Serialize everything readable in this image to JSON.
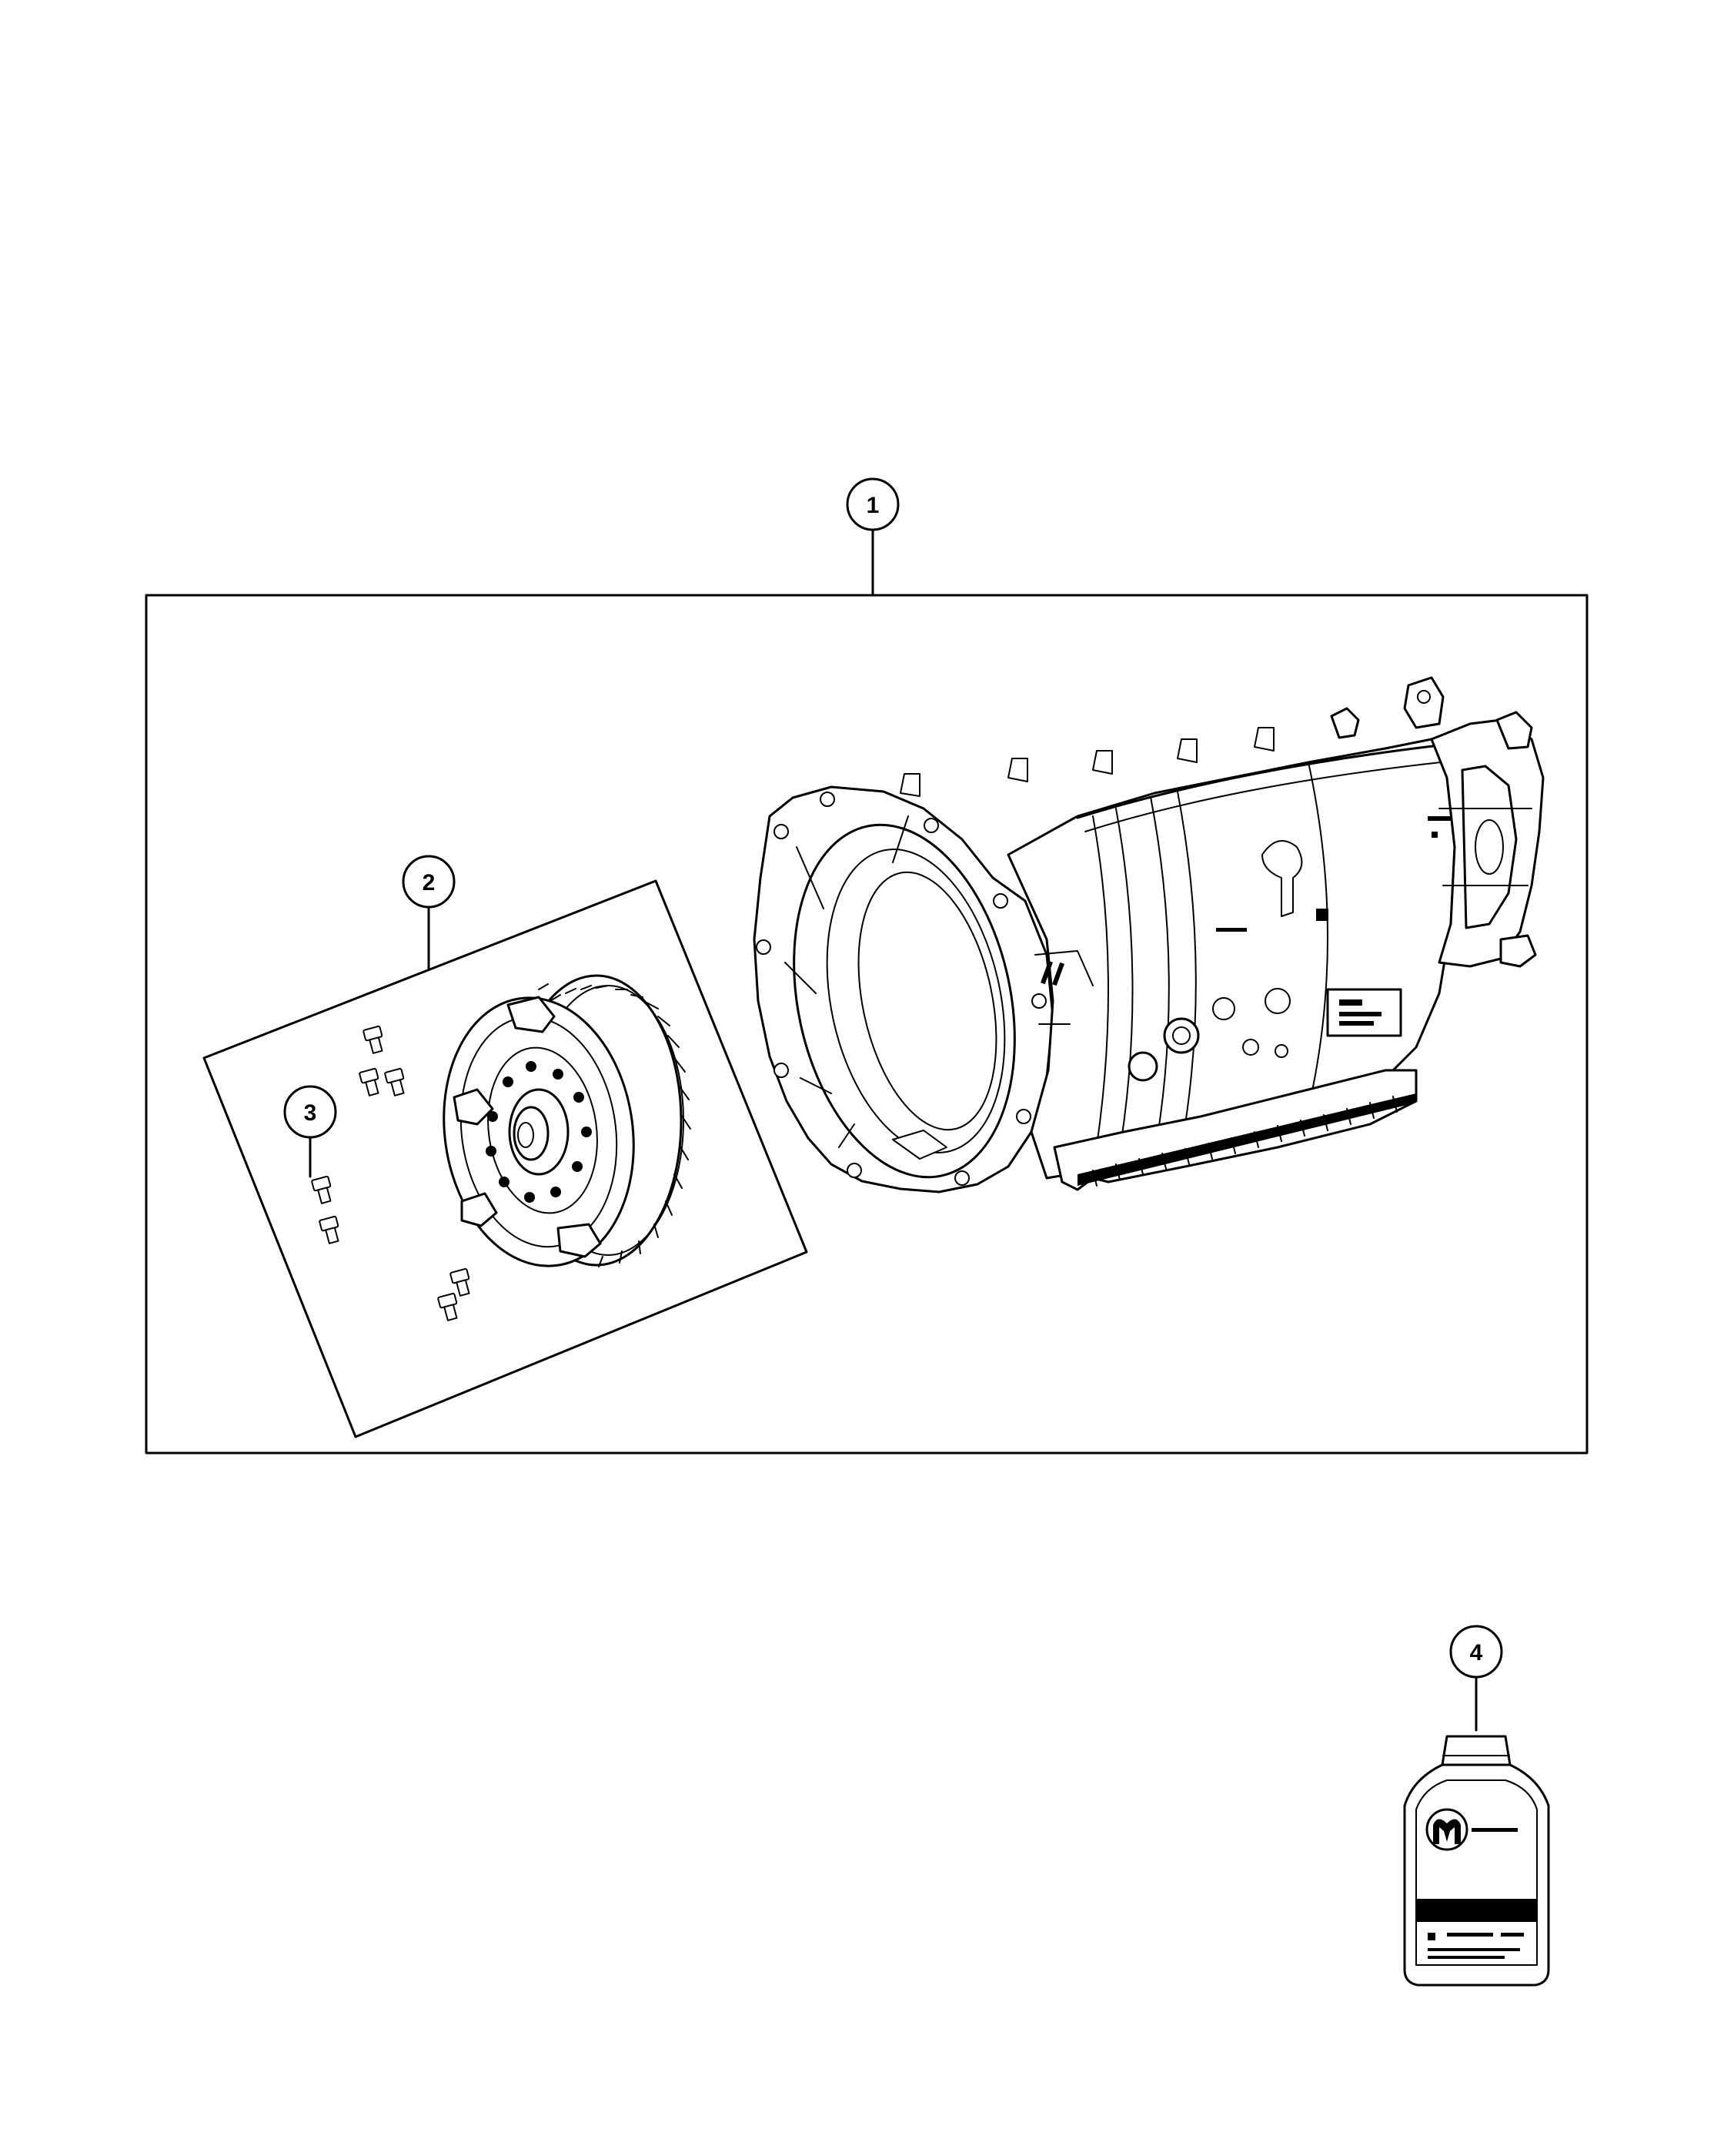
{
  "callouts": [
    {
      "number": "1"
    },
    {
      "number": "2"
    },
    {
      "number": "3"
    },
    {
      "number": "4"
    }
  ],
  "icons": {
    "transmission": "transmission-assembly-icon",
    "converter": "torque-converter-icon",
    "bolts": "bolt-icon",
    "bottle": "fluid-bottle-icon"
  }
}
